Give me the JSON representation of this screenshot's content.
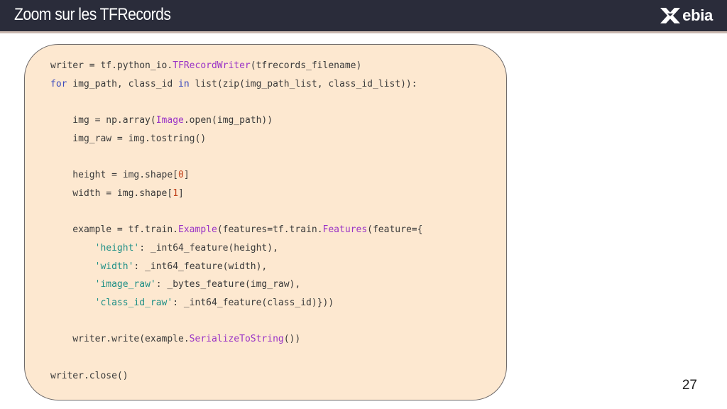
{
  "header": {
    "title": "Zoom sur les TFRecords",
    "logo_text": "ebia"
  },
  "code_lines": [
    [
      {
        "t": "writer = tf.python_io.",
        "c": ""
      },
      {
        "t": "TFRecordWriter",
        "c": "fn"
      },
      {
        "t": "(tfrecords_filename)",
        "c": ""
      }
    ],
    [
      {
        "t": "for",
        "c": "kw"
      },
      {
        "t": " img_path, class_id ",
        "c": ""
      },
      {
        "t": "in",
        "c": "kw"
      },
      {
        "t": " list(zip(img_path_list, class_id_list)):",
        "c": ""
      }
    ],
    [],
    [
      {
        "t": "    img = np.array(",
        "c": ""
      },
      {
        "t": "Image",
        "c": "fn"
      },
      {
        "t": ".open(img_path))",
        "c": ""
      }
    ],
    [
      {
        "t": "    img_raw = img.tostring()",
        "c": ""
      }
    ],
    [],
    [
      {
        "t": "    height = img.shape[",
        "c": ""
      },
      {
        "t": "0",
        "c": "num"
      },
      {
        "t": "]",
        "c": ""
      }
    ],
    [
      {
        "t": "    width = img.shape[",
        "c": ""
      },
      {
        "t": "1",
        "c": "num"
      },
      {
        "t": "]",
        "c": ""
      }
    ],
    [],
    [
      {
        "t": "    example = tf.train.",
        "c": ""
      },
      {
        "t": "Example",
        "c": "fn"
      },
      {
        "t": "(features=tf.train.",
        "c": ""
      },
      {
        "t": "Features",
        "c": "fn"
      },
      {
        "t": "(feature={",
        "c": ""
      }
    ],
    [
      {
        "t": "        ",
        "c": ""
      },
      {
        "t": "'height'",
        "c": "str"
      },
      {
        "t": ": _int64_feature(height),",
        "c": ""
      }
    ],
    [
      {
        "t": "        ",
        "c": ""
      },
      {
        "t": "'width'",
        "c": "str"
      },
      {
        "t": ": _int64_feature(width),",
        "c": ""
      }
    ],
    [
      {
        "t": "        ",
        "c": ""
      },
      {
        "t": "'image_raw'",
        "c": "str"
      },
      {
        "t": ": _bytes_feature(img_raw),",
        "c": ""
      }
    ],
    [
      {
        "t": "        ",
        "c": ""
      },
      {
        "t": "'class_id_raw'",
        "c": "str"
      },
      {
        "t": ": _int64_feature(class_id)}))",
        "c": ""
      }
    ],
    [],
    [
      {
        "t": "    writer.write(example.",
        "c": ""
      },
      {
        "t": "SerializeToString",
        "c": "fn"
      },
      {
        "t": "())",
        "c": ""
      }
    ],
    [],
    [
      {
        "t": "writer.close()",
        "c": ""
      }
    ]
  ],
  "page_number": "27",
  "colors": {
    "header_bg": "#2a2c3a",
    "code_bg": "#fde8d0",
    "keyword": "#3b4bbd",
    "function": "#9a33c6",
    "string": "#1e8f86",
    "number": "#c0421b"
  }
}
